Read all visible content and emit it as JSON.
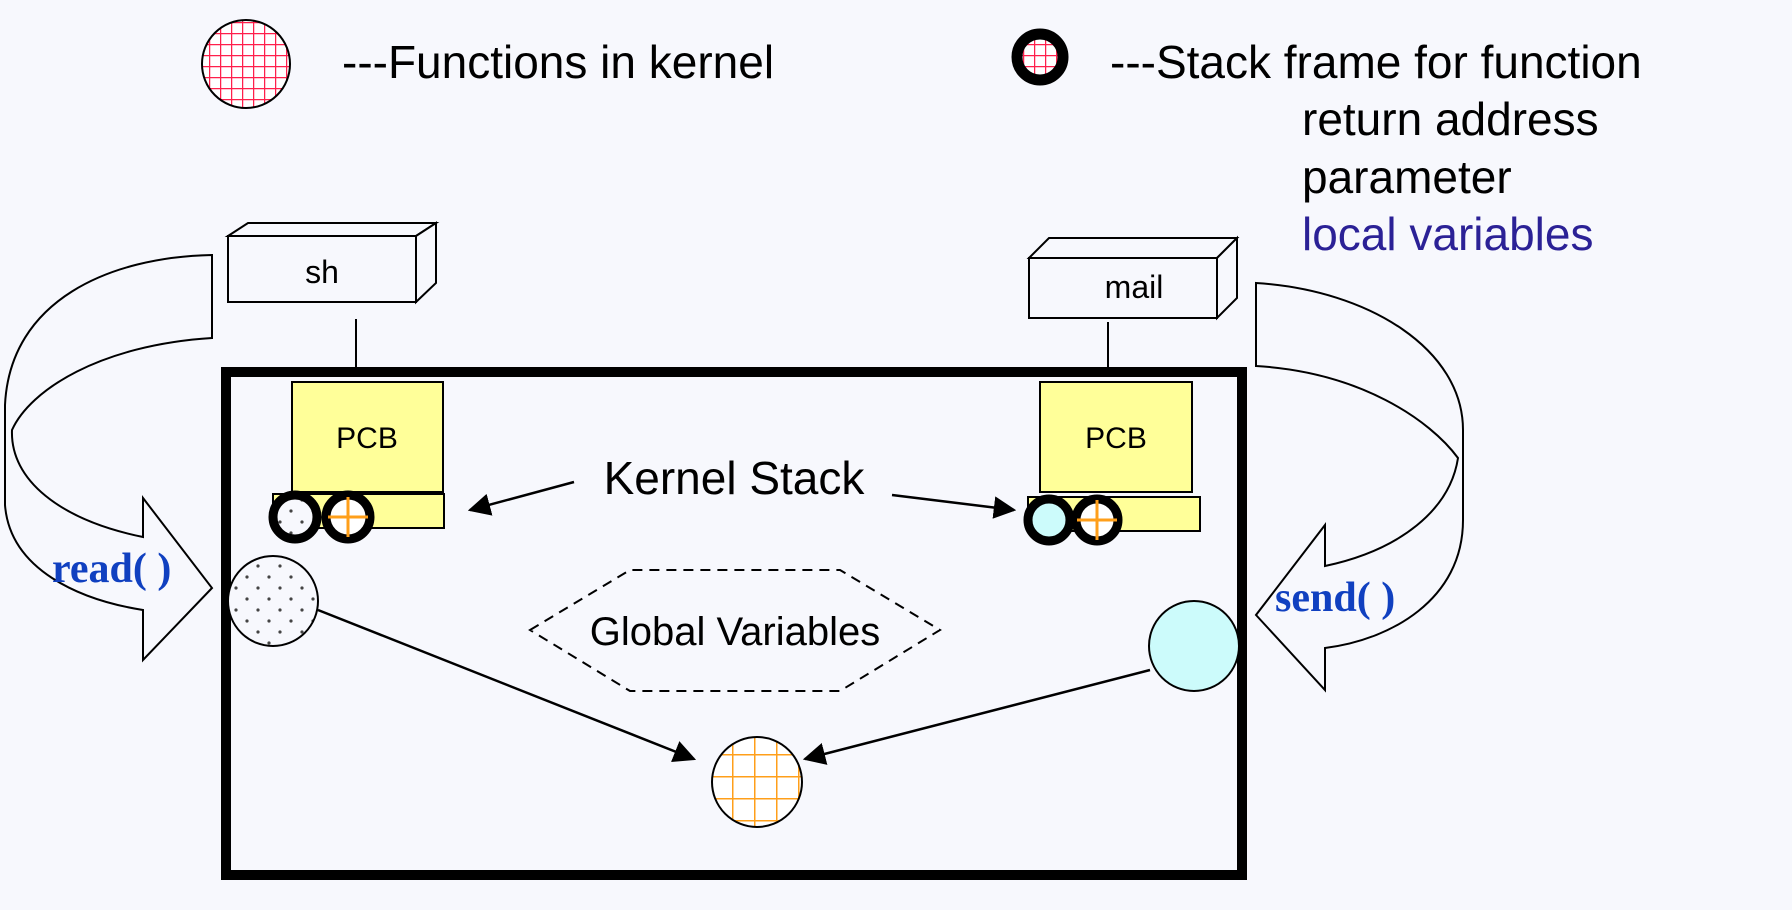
{
  "legend": {
    "kernel_function": {
      "label": "---Functions in kernel",
      "icon": "red-grid-circle"
    },
    "stack_frame": {
      "label": "---Stack frame for function",
      "icon": "black-ring-red-grid-circle",
      "items": [
        {
          "text": "return address",
          "color": "#000000"
        },
        {
          "text": "parameter",
          "color": "#000000"
        },
        {
          "text": "local variables",
          "color": "#2b2196"
        }
      ]
    }
  },
  "processes": [
    {
      "name": "sh",
      "pcb_label": "PCB",
      "syscall": "read( )",
      "function_fill": "dots",
      "stack_fill": "dots"
    },
    {
      "name": "mail",
      "pcb_label": "PCB",
      "syscall": "send( )",
      "function_fill": "cyan",
      "stack_fill": "cyan"
    }
  ],
  "kernel": {
    "kernel_stack_label": "Kernel Stack",
    "global_variables_label": "Global Variables",
    "shared_function_fill": "orange-grid"
  },
  "colors": {
    "background": "#f7f8fd",
    "pcb_fill": "#ffff99",
    "kernel_red": "#ff1f4b",
    "shared_orange": "#ff9f1a",
    "cyan_fill": "#ccfbfb",
    "syscall_blue": "#1040c0",
    "local_var_blue": "#2b2196"
  }
}
